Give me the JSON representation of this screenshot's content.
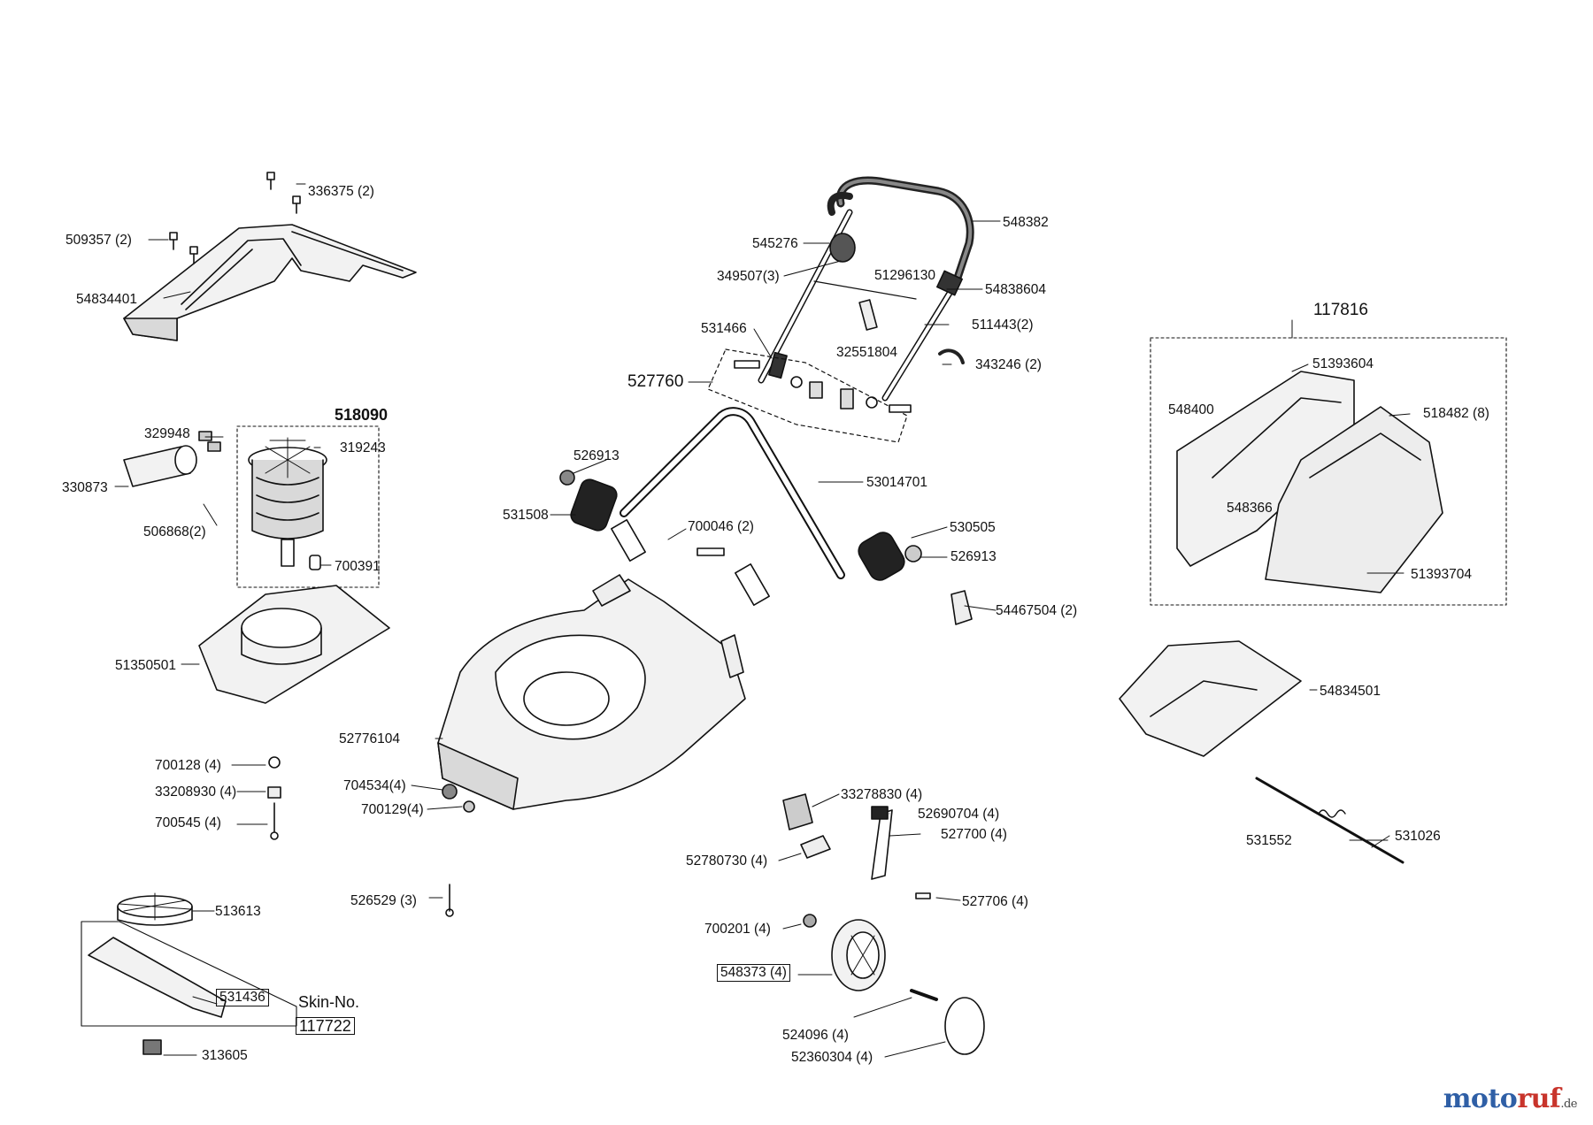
{
  "labels": {
    "l336375": "336375 (2)",
    "l509357": "509357 (2)",
    "l54834401": "54834401",
    "l548382": "548382",
    "l545276": "545276",
    "l349507": "349507(3)",
    "l51296130": "51296130",
    "l54838604": "54838604",
    "l531466": "531466",
    "l511443": "511443(2)",
    "l32551804": "32551804",
    "l343246": "343246 (2)",
    "l527760": "527760",
    "l117816": "117816",
    "l51393604": "51393604",
    "l548400": "548400",
    "l518482": "518482 (8)",
    "l548366": "548366",
    "l51393704": "51393704",
    "l518090": "518090",
    "l329948": "329948",
    "l319243": "319243",
    "l330873": "330873",
    "l506868": "506868(2)",
    "l700391": "700391",
    "l526913a": "526913",
    "l531508": "531508",
    "l53014701": "53014701",
    "l700046": "700046 (2)",
    "l530505": "530505",
    "l526913b": "526913",
    "l54467504": "54467504 (2)",
    "l51350501": "51350501",
    "l54834501": "54834501",
    "l52776104": "52776104",
    "l700128": "700128 (4)",
    "l33208930": "33208930 (4)",
    "l704534": "704534(4)",
    "l700129": "700129(4)",
    "l700545": "700545 (4)",
    "l33278830": "33278830 (4)",
    "l52690704": "52690704 (4)",
    "l527700": "527700 (4)",
    "l531552": "531552",
    "l531026": "531026",
    "l52780730": "52780730 (4)",
    "l526529": "526529 (3)",
    "l513613": "513613",
    "l527706": "527706 (4)",
    "l700201": "700201 (4)",
    "l548373": "548373 (4)",
    "l531436": "531436",
    "skin_no_label": "Skin-No.",
    "l117722": "117722",
    "l524096": "524096 (4)",
    "l313605": "313605",
    "l52360304": "52360304 (4)"
  },
  "watermark": {
    "part1": "moto",
    "part2": "ruf",
    "suffix": ".de"
  },
  "colors": {
    "line": "#111111",
    "fill_light": "#f2f2f2",
    "fill_mid": "#d9d9d9",
    "fill_dark": "#555555",
    "brand_blue": "#2f5fa6",
    "brand_red": "#c8342b"
  }
}
